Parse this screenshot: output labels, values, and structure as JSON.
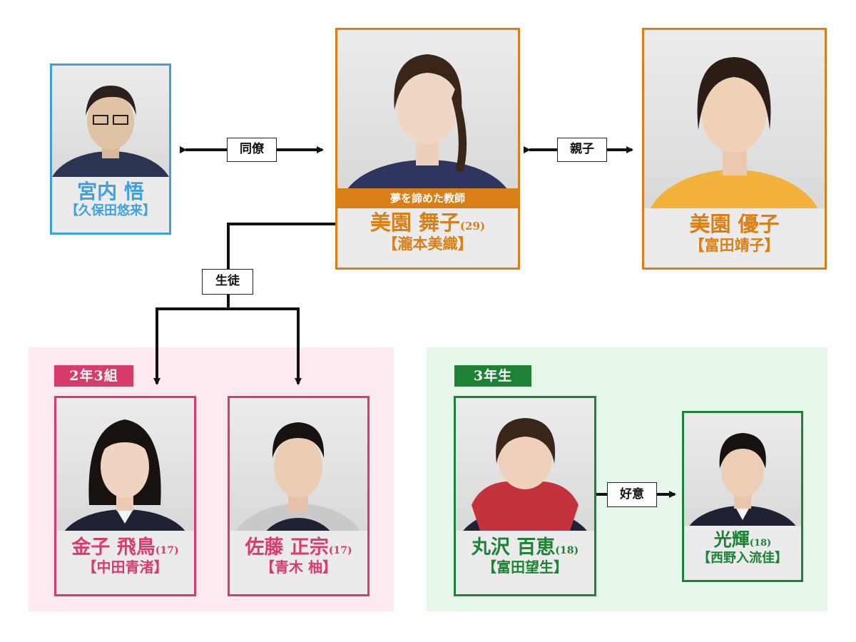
{
  "colors": {
    "blue": "#3fa0dd",
    "orange": "#d97f16",
    "pink": "#d83c6c",
    "pink_bg": "#fde9ee",
    "green": "#1e8236",
    "green_bg": "#e6f6e9"
  },
  "groups": {
    "class": {
      "label": "2年3組"
    },
    "third_year": {
      "label": "3年生"
    }
  },
  "relations": {
    "colleague": "同僚",
    "parent_child": "親子",
    "student": "生徒",
    "affection": "好意"
  },
  "characters": {
    "miyauchi": {
      "name": "宮内 悟",
      "actor": "【久保田悠来】"
    },
    "maiko": {
      "tagline": "夢を諦めた教師",
      "name": "美園 舞子",
      "age": "(29)",
      "actor": "【瀧本美織】"
    },
    "yuko": {
      "name": "美園 優子",
      "actor": "【富田靖子】"
    },
    "asuka": {
      "name": "金子 飛鳥",
      "age": "(17)",
      "actor": "【中田青渚】"
    },
    "masamune": {
      "name": "佐藤 正宗",
      "age": "(17)",
      "actor": "【青木 柚】"
    },
    "momoe": {
      "name": "丸沢 百恵",
      "age": "(18)",
      "actor": "【富田望生】"
    },
    "hikaru": {
      "name": "光輝",
      "age": "(18)",
      "actor": "【西野入流佳】"
    }
  }
}
